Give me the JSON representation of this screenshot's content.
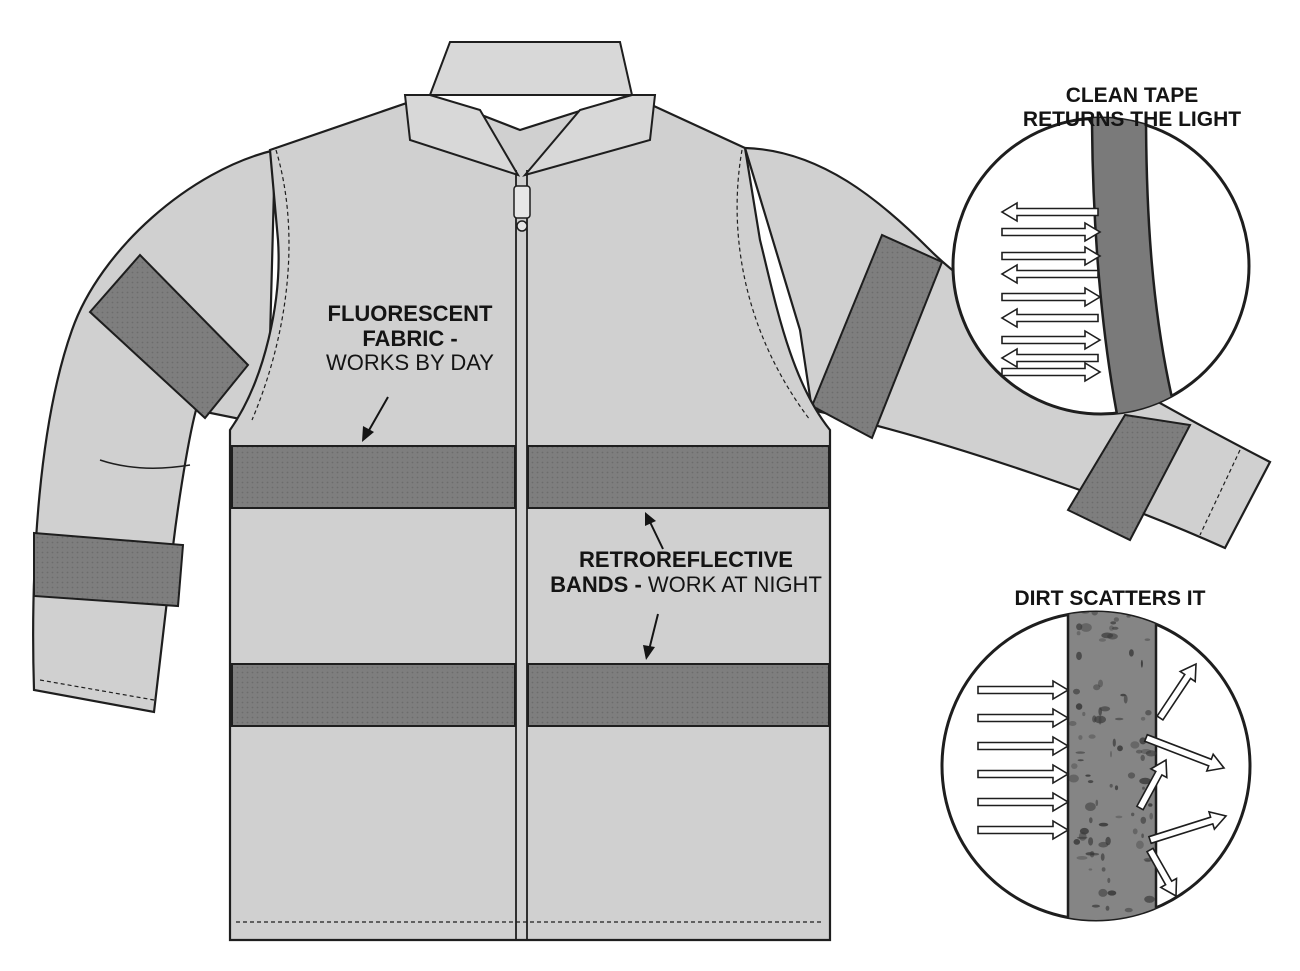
{
  "labels": {
    "fabric": {
      "bold_line1": "FLUORESCENT",
      "bold_line2": "FABRIC -",
      "light": "WORKS BY DAY"
    },
    "bands": {
      "bold_line1": "RETROREFLECTIVE",
      "bold_line2": "BANDS -",
      "light": "WORK AT NIGHT"
    },
    "clean": {
      "line1": "CLEAN TAPE",
      "line2": "RETURNS THE LIGHT"
    },
    "dirt": {
      "line1": "DIRT SCATTERS IT"
    }
  },
  "colors": {
    "jacket_fill": "#d0d0d0",
    "band_fill": "#7e7e7e",
    "outline": "#1e1e1e",
    "circle_bg": "#ffffff",
    "tape_clean": "#7a7a7a",
    "tape_dirty": "#858585",
    "dirt_speck": "#3a3a3a",
    "arrow_fill": "#ffffff"
  },
  "icons": {
    "zipper": "zipper-icon",
    "collar": "collar-shape"
  }
}
